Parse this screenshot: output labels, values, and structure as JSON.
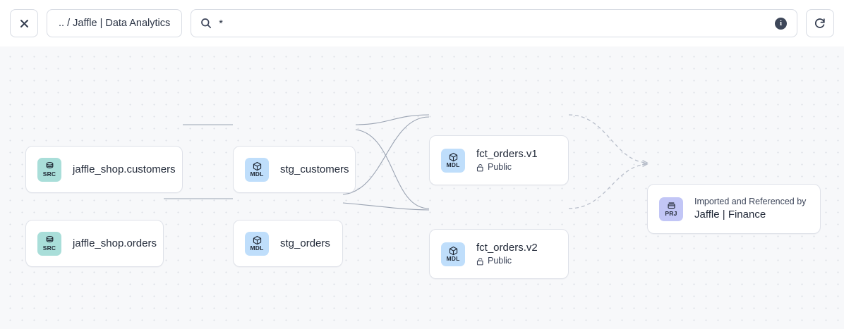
{
  "toolbar": {
    "close_label": "×",
    "close_icon": "close-icon",
    "breadcrumb": ".. / Jaffle | Data Analytics",
    "search_icon": "search-icon",
    "search_value": "*",
    "search_placeholder": "",
    "info_icon": "info-icon",
    "info_label": "i",
    "refresh_icon": "refresh-icon"
  },
  "graph": {
    "nodes": [
      {
        "id": "src-customers",
        "badge_kind": "src",
        "badge_label": "SRC",
        "badge_icon": "database-icon",
        "title": "jaffle_shop.customers",
        "sub": "",
        "caption": ""
      },
      {
        "id": "src-orders",
        "badge_kind": "src",
        "badge_label": "SRC",
        "badge_icon": "database-icon",
        "title": "jaffle_shop.orders",
        "sub": "",
        "caption": ""
      },
      {
        "id": "mdl-stg-customers",
        "badge_kind": "mdl",
        "badge_label": "MDL",
        "badge_icon": "cube-icon",
        "title": "stg_customers",
        "sub": "",
        "caption": ""
      },
      {
        "id": "mdl-stg-orders",
        "badge_kind": "mdl",
        "badge_label": "MDL",
        "badge_icon": "cube-icon",
        "title": "stg_orders",
        "sub": "",
        "caption": ""
      },
      {
        "id": "mdl-fct-orders-v1",
        "badge_kind": "mdl",
        "badge_label": "MDL",
        "badge_icon": "cube-icon",
        "title": "fct_orders.v1",
        "sub": "Public",
        "sub_icon": "unlock-icon",
        "caption": ""
      },
      {
        "id": "mdl-fct-orders-v2",
        "badge_kind": "mdl",
        "badge_label": "MDL",
        "badge_icon": "cube-icon",
        "title": "fct_orders.v2",
        "sub": "Public",
        "sub_icon": "unlock-icon",
        "caption": ""
      },
      {
        "id": "prj-jaffle-finance",
        "badge_kind": "prj",
        "badge_label": "PRJ",
        "badge_icon": "project-icon",
        "caption": "Imported and Referenced by",
        "title": "Jaffle | Finance",
        "sub": ""
      }
    ]
  },
  "colors": {
    "src_badge": "#a9ded9",
    "mdl_badge": "#bfdefb",
    "prj_badge": "#c2c6f6",
    "canvas_bg": "#f7f8fa",
    "node_border": "#dfe2e9",
    "edge": "#9aa3b2",
    "dashed_edge": "#b9bfcb"
  }
}
